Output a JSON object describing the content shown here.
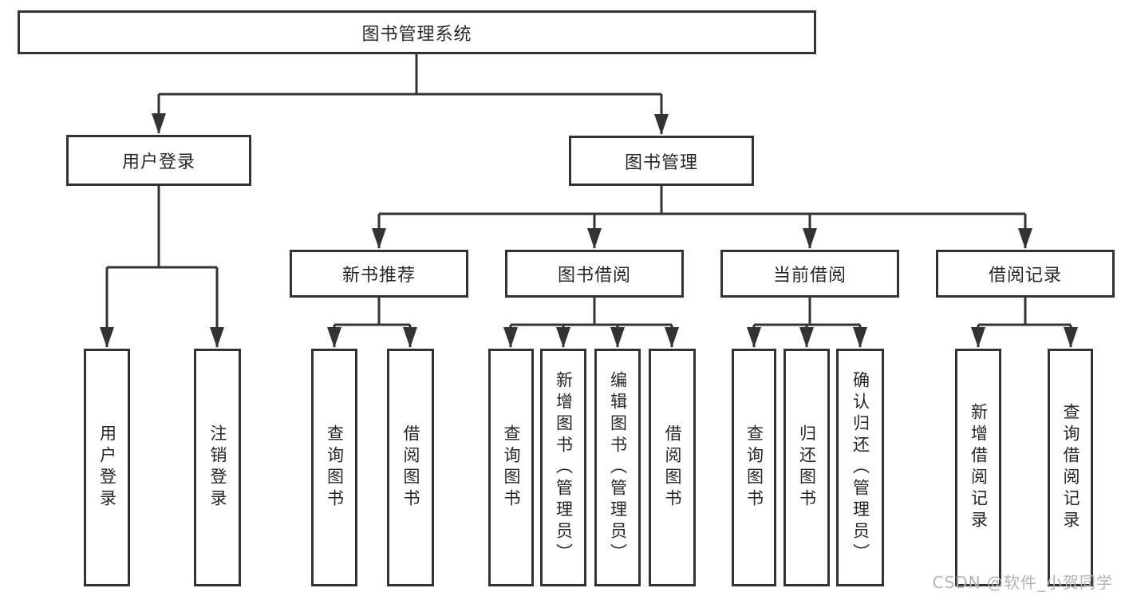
{
  "diagram": {
    "root": {
      "label": "图书管理系统"
    },
    "user_login": {
      "label": "用户登录",
      "children": [
        {
          "label": "用户登录"
        },
        {
          "label": "注销登录"
        }
      ]
    },
    "book_mgmt": {
      "label": "图书管理",
      "sections": [
        {
          "label": "新书推荐",
          "children": [
            {
              "label": "查询图书"
            },
            {
              "label": "借阅图书"
            }
          ]
        },
        {
          "label": "图书借阅",
          "children": [
            {
              "label": "查询图书"
            },
            {
              "label": "新增图书（管理员）"
            },
            {
              "label": "编辑图书（管理员）"
            },
            {
              "label": "借阅图书"
            }
          ]
        },
        {
          "label": "当前借阅",
          "children": [
            {
              "label": "查询图书"
            },
            {
              "label": "归还图书"
            },
            {
              "label": "确认归还（管理员）"
            }
          ]
        },
        {
          "label": "借阅记录",
          "children": [
            {
              "label": "新增借阅记录"
            },
            {
              "label": "查询借阅记录"
            }
          ]
        }
      ]
    }
  },
  "watermark": {
    "text": "CSDN @软件_小贺同学"
  },
  "colors": {
    "line": "#333333",
    "box_border": "#333333",
    "text": "#262626",
    "watermark": "#b3b3b3",
    "background": "#ffffff"
  }
}
